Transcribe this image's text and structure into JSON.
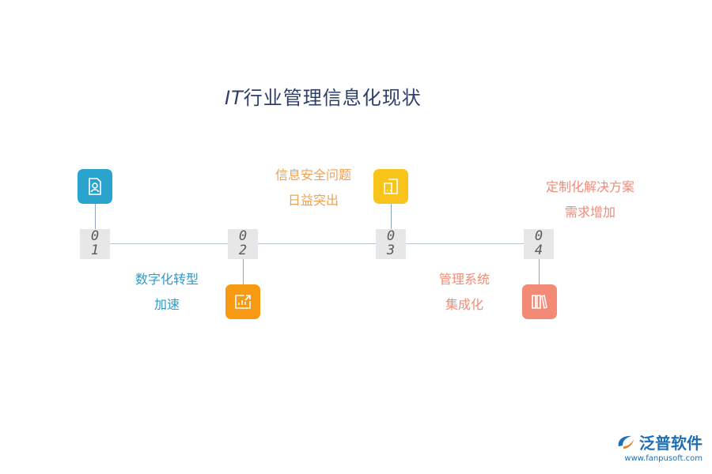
{
  "title": {
    "prefix": "IT",
    "rest": "行业管理信息化现状"
  },
  "steps": [
    {
      "num_a": "0",
      "num_b": "1",
      "line1": "数字化转型",
      "line2": "加速",
      "color": "#2aa3cf",
      "icon": "document-person-icon",
      "label_color": "#2e9bc9"
    },
    {
      "num_a": "0",
      "num_b": "2",
      "line1": "信息安全问题",
      "line2": "日益突出",
      "color": "#f59a12",
      "icon": "chart-arrow-icon",
      "label_color": "#f2a054"
    },
    {
      "num_a": "0",
      "num_b": "3",
      "line1": "管理系统",
      "line2": "集成化",
      "color": "#f8c31a",
      "icon": "documents-icon",
      "label_color": "#f08d78"
    },
    {
      "num_a": "0",
      "num_b": "4",
      "line1": "定制化解决方案",
      "line2": "需求增加",
      "color": "#f28a76",
      "icon": "books-icon",
      "label_color": "#ef8a78"
    }
  ],
  "logo": {
    "name": "泛普软件",
    "url": "www.fanpusoft.com"
  }
}
